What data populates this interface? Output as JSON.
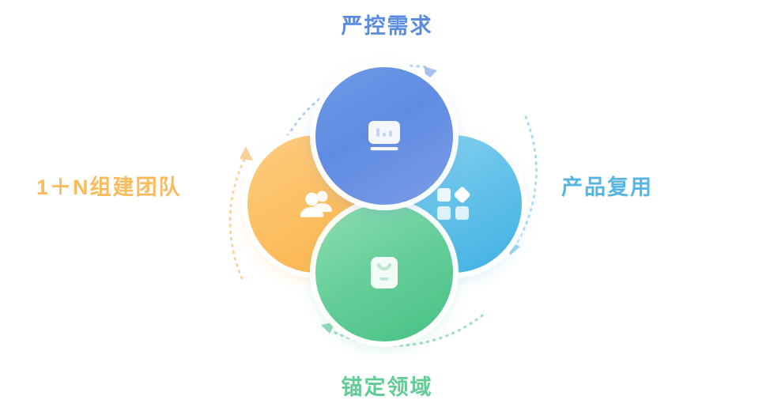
{
  "diagram": {
    "title_top": "严控需求",
    "title_right": "产品复用",
    "title_bottom": "锚定领域",
    "title_left": "1＋N组建团队",
    "petals": [
      {
        "key": "top",
        "label": "严控需求",
        "icon": "monitor-chart-icon",
        "color": "#5f8ce3",
        "label_color": "#5b8be0"
      },
      {
        "key": "right",
        "label": "产品复用",
        "icon": "grid-modules-icon",
        "color": "#68c3ea",
        "label_color": "#55b6e4"
      },
      {
        "key": "bottom",
        "label": "锚定领域",
        "icon": "anchor-card-icon",
        "color": "#68cf9a",
        "label_color": "#63cc95"
      },
      {
        "key": "left",
        "label": "1＋N组建团队",
        "icon": "team-users-icon",
        "color": "#fcc065",
        "label_color": "#fabb5c"
      }
    ],
    "arrows": [
      {
        "key": "top-blue",
        "color": "#a8c4f0",
        "direction": "clockwise"
      },
      {
        "key": "right-cyan",
        "color": "#9ed8f0",
        "direction": "clockwise"
      },
      {
        "key": "bottom-green",
        "color": "#9ddcc0",
        "direction": "clockwise"
      },
      {
        "key": "left-orange",
        "color": "#fad7a0",
        "direction": "clockwise"
      }
    ],
    "background_color": "#ffffff"
  }
}
